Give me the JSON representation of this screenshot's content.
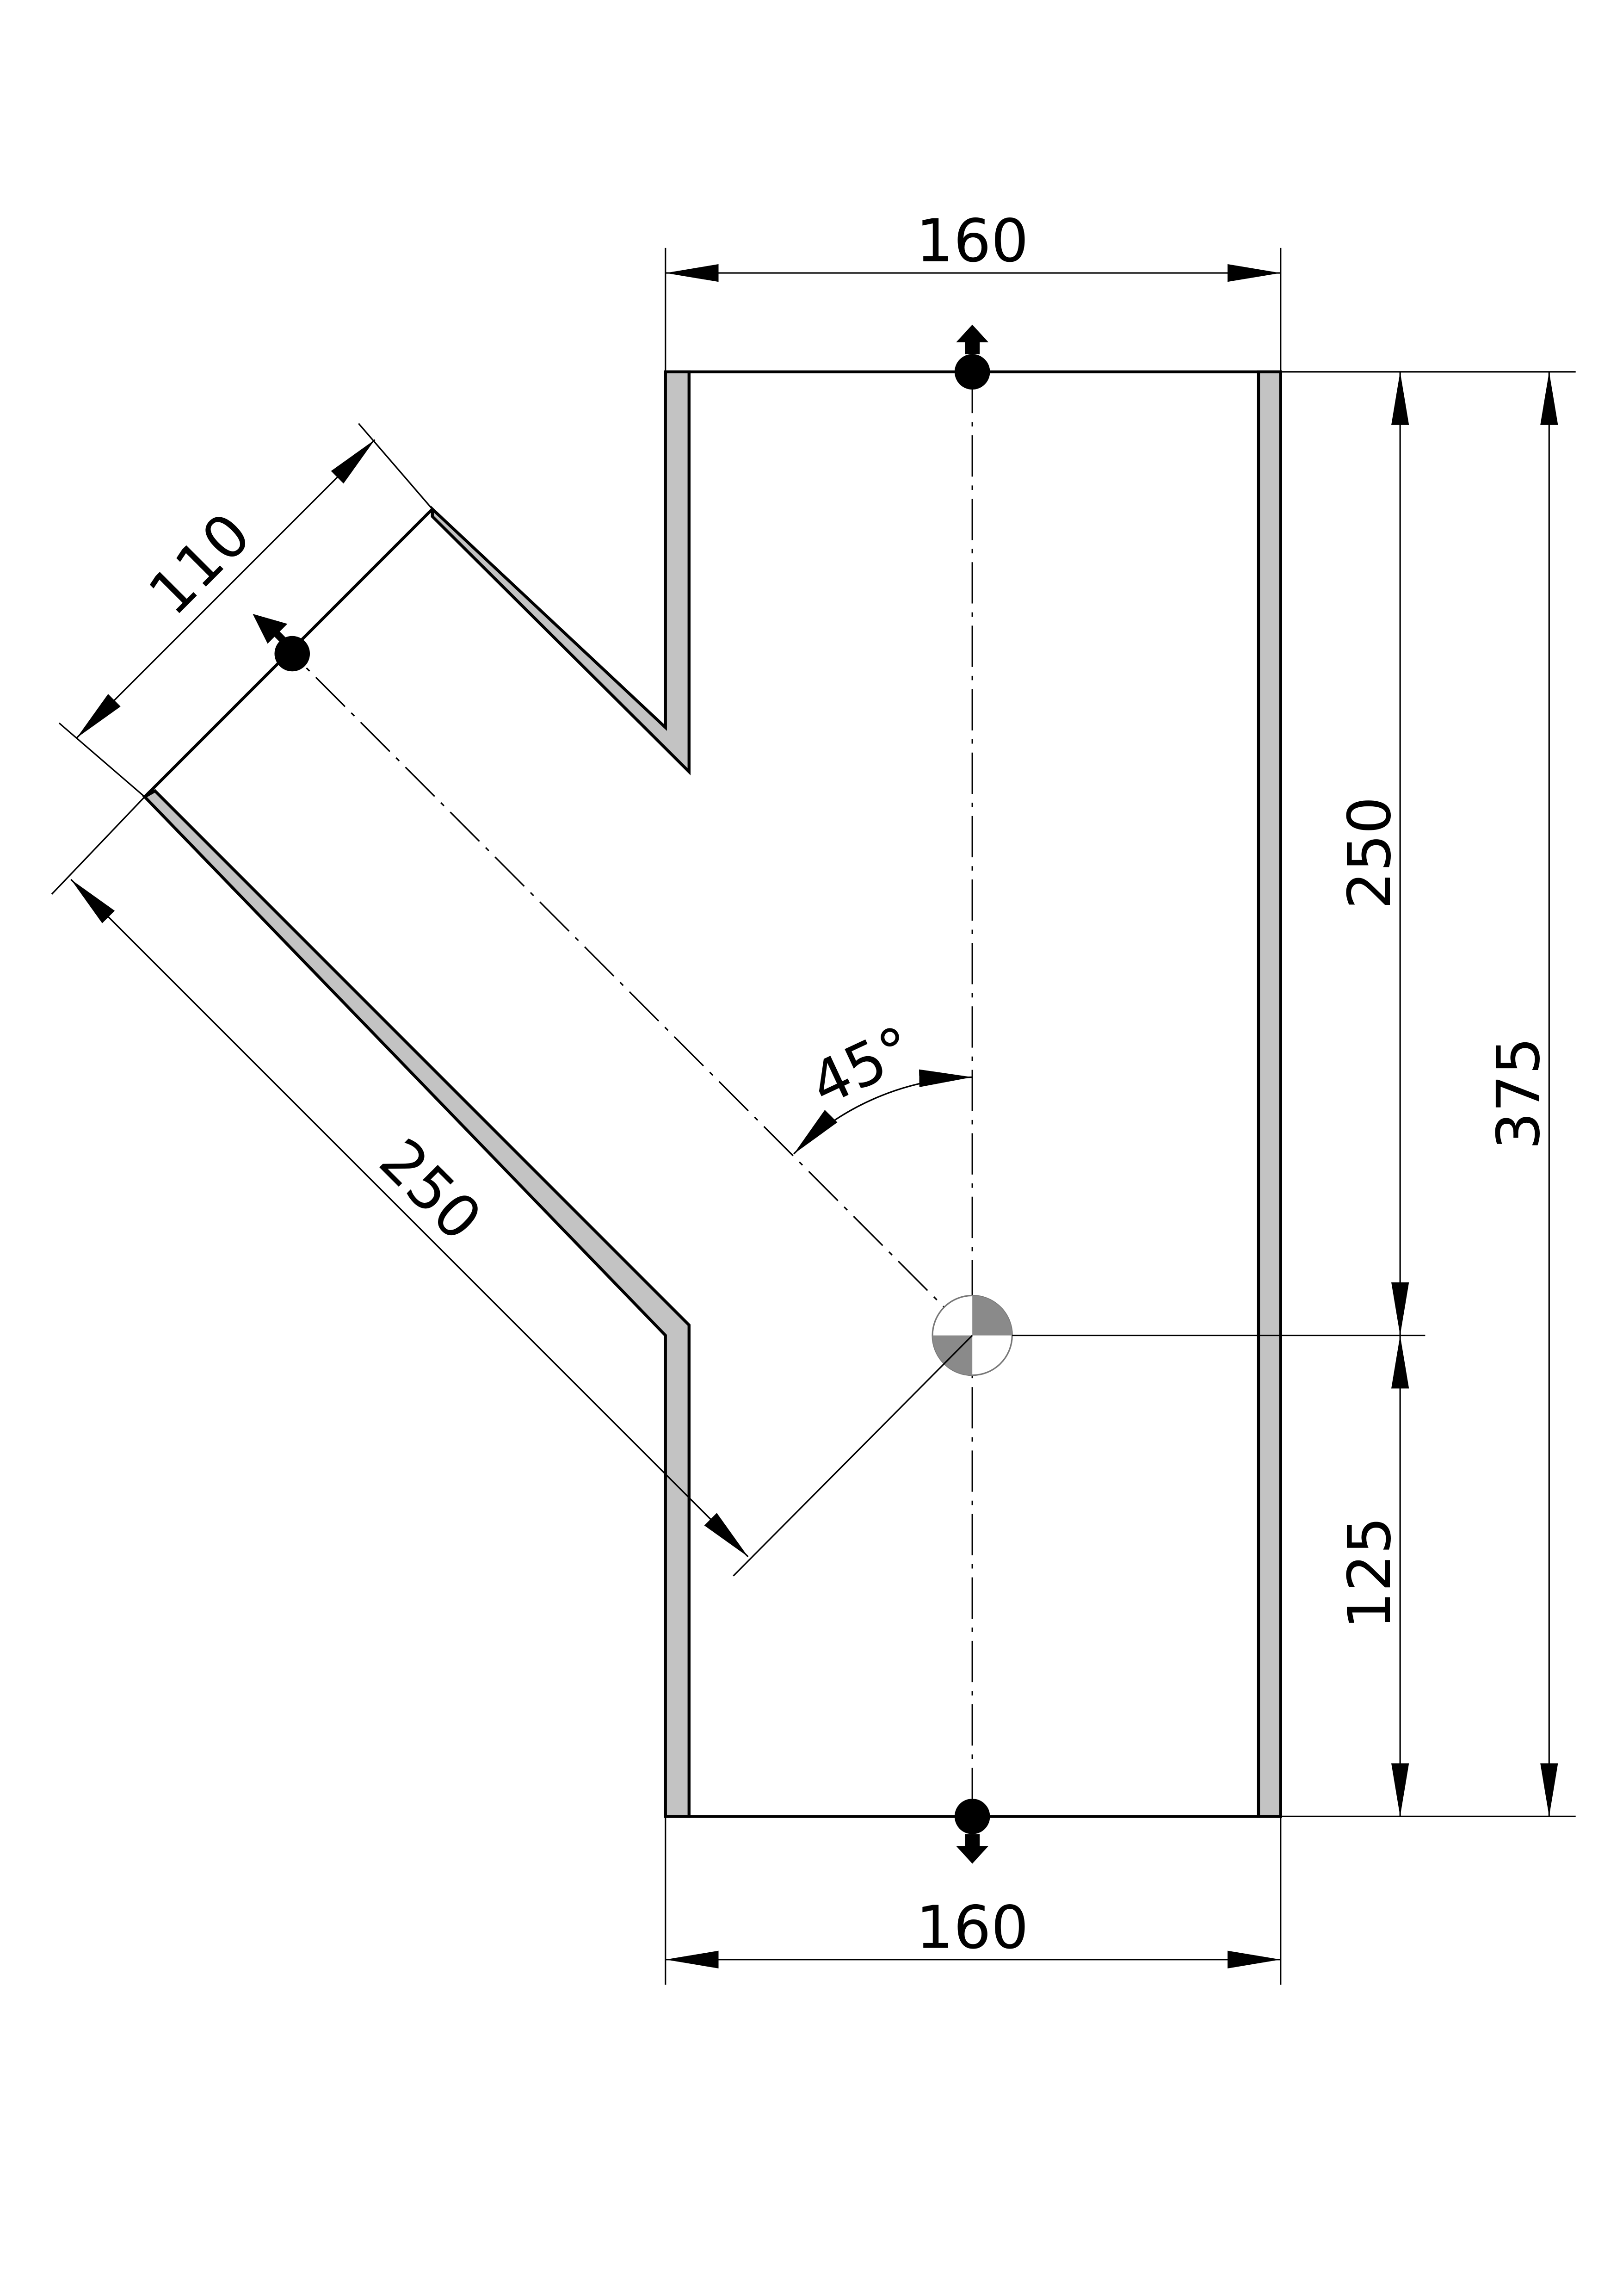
{
  "drawing": {
    "title": "Y-branch pipe fitting 45°",
    "colors": {
      "wall": "#c3c3c3",
      "line": "#000000",
      "centermark": "#8a8a8a"
    },
    "dimensions": {
      "top_width": "160",
      "bottom_width": "160",
      "branch_diameter": "110",
      "branch_length": "250",
      "upper_length": "250",
      "lower_length": "125",
      "total_length": "375",
      "angle": "45°"
    }
  }
}
